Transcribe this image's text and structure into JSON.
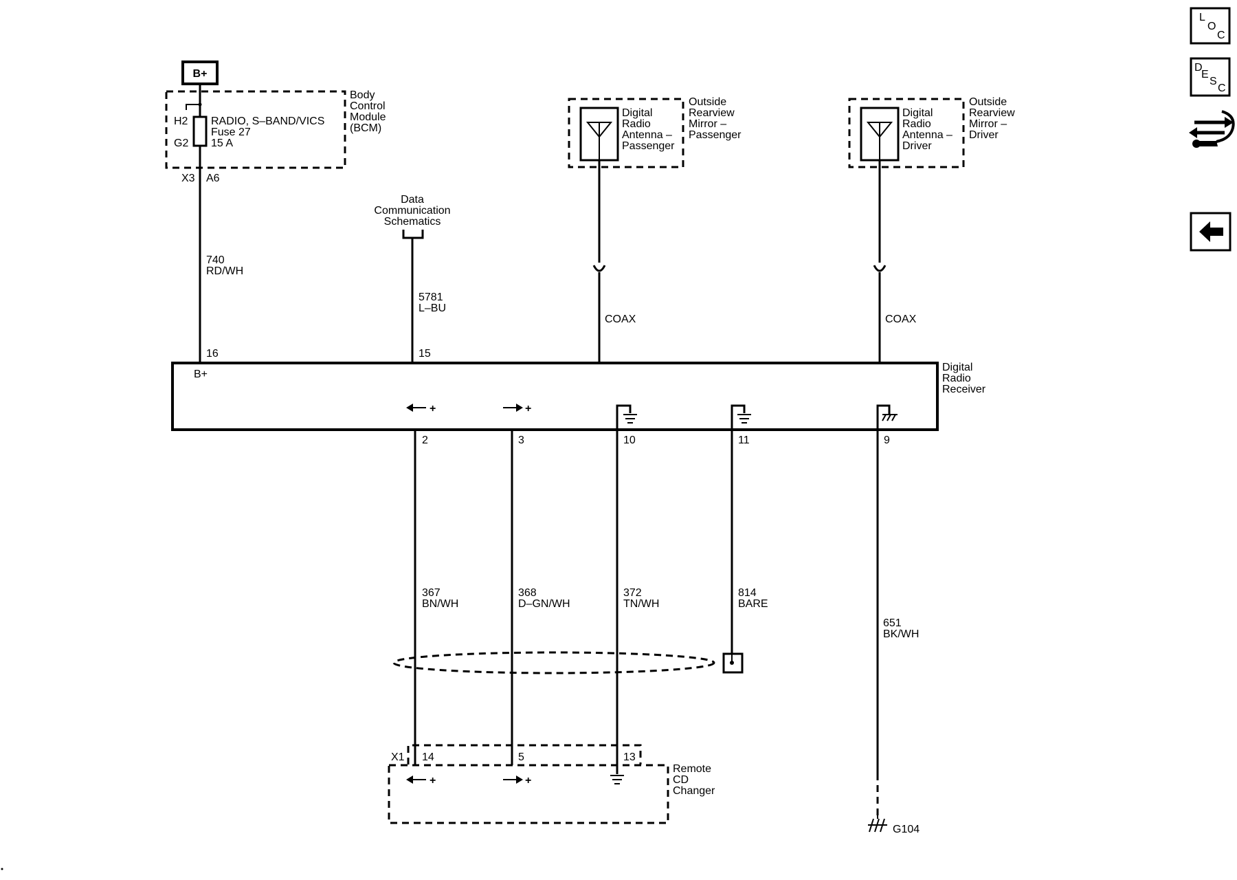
{
  "power": {
    "bplus_box": "B+"
  },
  "bcm": {
    "name_lines": [
      "Body",
      "Control",
      "Module",
      "(BCM)"
    ],
    "pin_h2": "H2",
    "pin_g2": "G2",
    "fuse_lines": [
      "RADIO, S–BAND/VICS",
      "Fuse 27",
      "15 A"
    ],
    "conn_x3": "X3",
    "conn_a6": "A6"
  },
  "wires": {
    "w740": {
      "circuit": "740",
      "color": "RD/WH"
    },
    "w5781": {
      "circuit": "5781",
      "color": "L–BU"
    },
    "coax_passenger": "COAX",
    "coax_driver": "COAX",
    "w367": {
      "circuit": "367",
      "color": "BN/WH"
    },
    "w368": {
      "circuit": "368",
      "color": "D–GN/WH"
    },
    "w372": {
      "circuit": "372",
      "color": "TN/WH"
    },
    "w814": {
      "circuit": "814",
      "color": "BARE"
    },
    "w651": {
      "circuit": "651",
      "color": "BK/WH"
    }
  },
  "data_comm": {
    "lines": [
      "Data",
      "Communication",
      "Schematics"
    ]
  },
  "antenna_passenger": {
    "lines": [
      "Digital",
      "Radio",
      "Antenna –",
      "Passenger"
    ],
    "mirror_lines": [
      "Outside",
      "Rearview",
      "Mirror –",
      "Passenger"
    ]
  },
  "antenna_driver": {
    "lines": [
      "Digital",
      "Radio",
      "Antenna –",
      "Driver"
    ],
    "mirror_lines": [
      "Outside",
      "Rearview",
      "Mirror –",
      "Driver"
    ]
  },
  "receiver": {
    "name_lines": [
      "Digital",
      "Radio",
      "Receiver"
    ],
    "bplus": "B+",
    "pin_16": "16",
    "pin_15": "15",
    "pin_2": "2",
    "pin_3": "3",
    "pin_10": "10",
    "pin_11": "11",
    "pin_9": "9",
    "plus_2": "+",
    "plus_3": "+"
  },
  "cd_changer": {
    "name_lines": [
      "Remote",
      "CD",
      "Changer"
    ],
    "conn_x1": "X1",
    "pin_14": "14",
    "pin_5": "5",
    "pin_13": "13",
    "plus_14": "+",
    "plus_5": "+"
  },
  "ground": {
    "g104": "G104"
  },
  "nav": {
    "loc_l": "L",
    "loc_o": "O",
    "loc_c": "C",
    "desc_d": "D",
    "desc_e": "E",
    "desc_s": "S",
    "desc_c": "C",
    "icons": [
      "loc-icon",
      "desc-icon",
      "connector-tool-icon",
      "back-arrow-icon"
    ]
  }
}
